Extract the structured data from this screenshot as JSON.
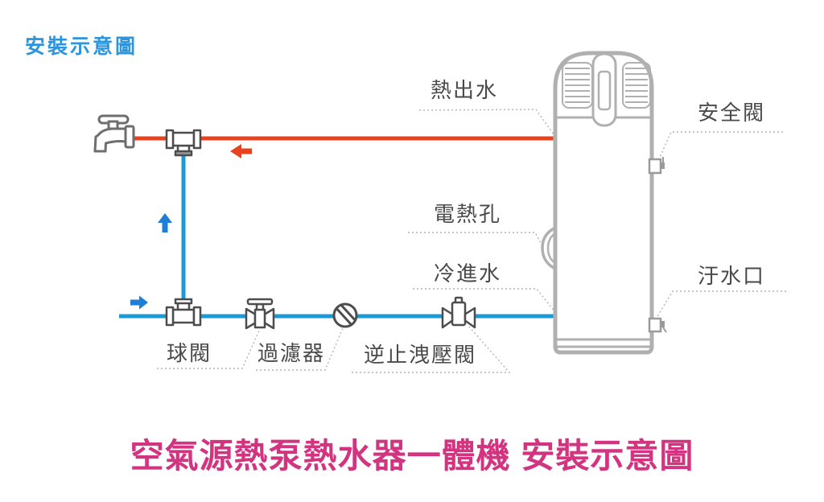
{
  "page": {
    "top_title": "安裝示意圖",
    "bottom_title": "空氣源熱泵熱水器一體機 安裝示意圖"
  },
  "labels": {
    "hot_water_out": "熱出水",
    "safety_valve": "安全閥",
    "electric_heater_port": "電熱孔",
    "cold_water_in": "冷進水",
    "drain_port": "汙水口",
    "ball_valve": "球閥",
    "filter": "過濾器",
    "check_relief_valve": "逆止洩壓閥"
  },
  "icons": {
    "faucet": "faucet-outline",
    "hot_flow": "arrow-left",
    "cold_flow_up": "arrow-up",
    "cold_flow_in": "arrow-right",
    "tee_fitting": "pipe-tee",
    "ball_valve": "bowtie-valve-with-t-handle",
    "filter": "circle-with-diagonal-stripes",
    "check_relief_valve": "bowtie-valve-with-cap",
    "tank": "heat-pump-water-heater-unit"
  },
  "colors": {
    "hot_pipe": "#e8431f",
    "cold_pipe": "#1c9ad6",
    "arrow_blue": "#1f7ed6",
    "tank_outline": "#b0b0b0",
    "fitting_outline": "#4d4d4d",
    "leader_line": "#b3b3b3",
    "label_text": "#4a4a4a",
    "top_title_color": "#2d95dc",
    "bottom_title_color": "#d23480",
    "page_bg": "#ffffff"
  }
}
